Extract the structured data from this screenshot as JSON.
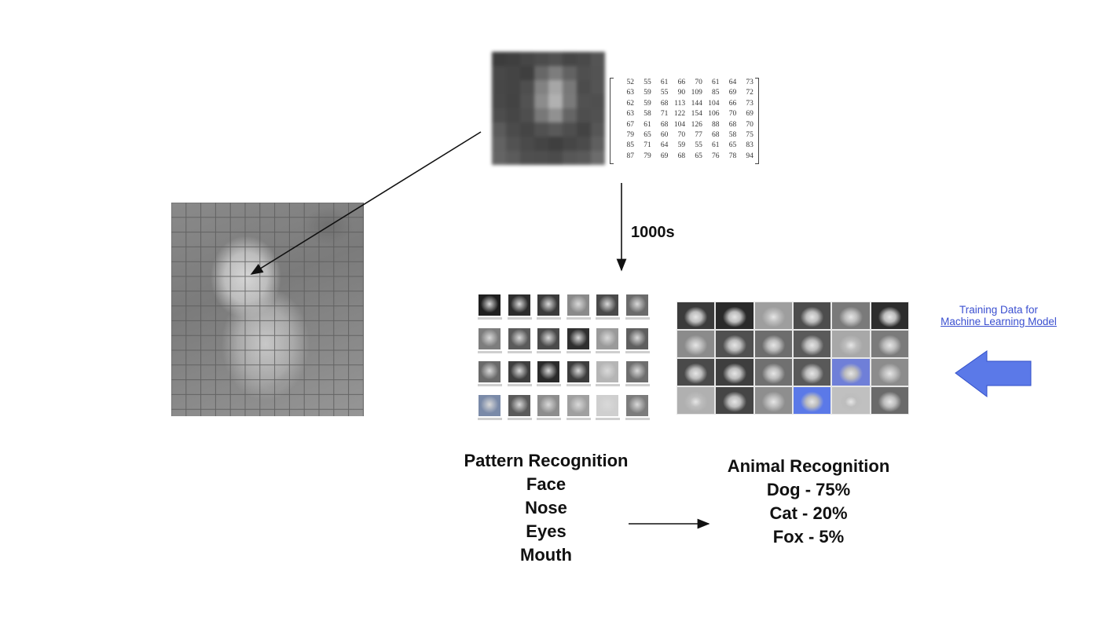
{
  "flow_label": "1000s",
  "pixel_matrix": [
    [
      "52",
      "55",
      "61",
      "66",
      "70",
      "61",
      "64",
      "73"
    ],
    [
      "63",
      "59",
      "55",
      "90",
      "109",
      "85",
      "69",
      "72"
    ],
    [
      "62",
      "59",
      "68",
      "113",
      "144",
      "104",
      "66",
      "73"
    ],
    [
      "63",
      "58",
      "71",
      "122",
      "154",
      "106",
      "70",
      "69"
    ],
    [
      "67",
      "61",
      "68",
      "104",
      "126",
      "88",
      "68",
      "70"
    ],
    [
      "79",
      "65",
      "60",
      "70",
      "77",
      "68",
      "58",
      "75"
    ],
    [
      "85",
      "71",
      "64",
      "59",
      "55",
      "61",
      "65",
      "83"
    ],
    [
      "87",
      "79",
      "69",
      "68",
      "65",
      "76",
      "78",
      "94"
    ]
  ],
  "pattern_recognition": {
    "title": "Pattern Recognition",
    "items": [
      "Face",
      "Nose",
      "Eyes",
      "Mouth"
    ]
  },
  "animal_recognition": {
    "title": "Animal Recognition",
    "results": [
      "Dog - 75%",
      "Cat - 20%",
      "Fox - 5%"
    ]
  },
  "training_caption": {
    "line1": "Training Data for",
    "line2": "Machine Learning Model"
  },
  "colors": {
    "arrow_fill": "#5b79e8",
    "caption_text": "#3a4fd0"
  },
  "icons": {
    "training_arrow": "left-arrow-icon"
  }
}
